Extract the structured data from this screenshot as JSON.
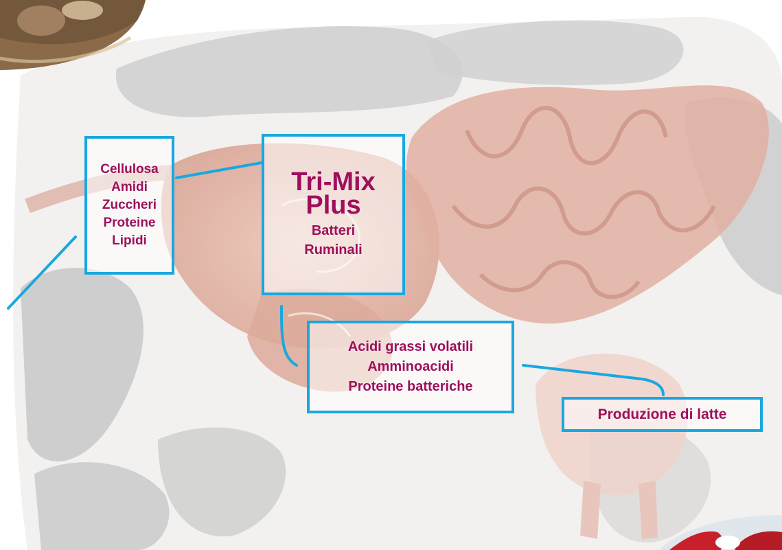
{
  "inputs": {
    "items": [
      "Cellulosa",
      "Amidi",
      "Zuccheri",
      "Proteine",
      "Lipidi"
    ]
  },
  "rumen": {
    "title_line1": "Tri-Mix",
    "title_line2": "Plus",
    "sub_line1": "Batteri",
    "sub_line2": "Ruminali"
  },
  "products": {
    "items": [
      "Acidi grassi volatili",
      "Amminoacidi",
      "Proteine batteriche"
    ]
  },
  "output": {
    "label": "Produzione di latte"
  },
  "colors": {
    "label_text": "#9e0f5c",
    "box_border": "#1aa7e0",
    "organ_pink": "#e2b4a5",
    "hide_gray": "#c9c9c9"
  },
  "icons": [
    "cow-anatomy-illustration",
    "cattle-photo",
    "milk-photo"
  ]
}
